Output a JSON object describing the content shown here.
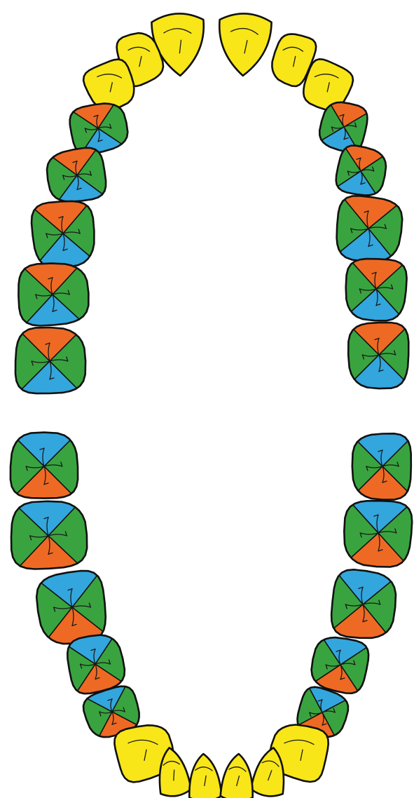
{
  "colors": {
    "background": "#ffffff",
    "anterior": "#f8e619",
    "zone_green": "#39a43f",
    "zone_orange": "#ee6a24",
    "zone_blue": "#33a6dd",
    "outline": "#111111"
  },
  "arches": [
    {
      "id": "upper",
      "anterior_count": 6,
      "posterior": [
        {
          "side": "right",
          "order": [
            "orange",
            "green",
            "blue",
            "green"
          ]
        },
        {
          "side": "right",
          "order": [
            "orange",
            "green",
            "blue",
            "green"
          ]
        },
        {
          "side": "right",
          "order": [
            "orange",
            "green",
            "blue",
            "green"
          ]
        },
        {
          "side": "right",
          "order": [
            "orange",
            "green",
            "blue",
            "green"
          ]
        },
        {
          "side": "right",
          "order": [
            "orange",
            "green",
            "blue",
            "green"
          ]
        },
        {
          "side": "left",
          "order": [
            "orange",
            "green",
            "blue",
            "green"
          ]
        },
        {
          "side": "left",
          "order": [
            "orange",
            "green",
            "blue",
            "green"
          ]
        },
        {
          "side": "left",
          "order": [
            "orange",
            "green",
            "blue",
            "green"
          ]
        },
        {
          "side": "left",
          "order": [
            "orange",
            "green",
            "blue",
            "green"
          ]
        },
        {
          "side": "left",
          "order": [
            "orange",
            "green",
            "blue",
            "green"
          ]
        }
      ]
    },
    {
      "id": "lower",
      "anterior_count": 6,
      "posterior": [
        {
          "side": "right",
          "order": [
            "blue",
            "green",
            "orange",
            "green"
          ]
        },
        {
          "side": "right",
          "order": [
            "blue",
            "green",
            "orange",
            "green"
          ]
        },
        {
          "side": "right",
          "order": [
            "blue",
            "green",
            "orange",
            "green"
          ]
        },
        {
          "side": "right",
          "order": [
            "blue",
            "green",
            "orange",
            "green"
          ]
        },
        {
          "side": "right",
          "order": [
            "blue",
            "green",
            "orange",
            "green"
          ]
        },
        {
          "side": "left",
          "order": [
            "blue",
            "green",
            "orange",
            "green"
          ]
        },
        {
          "side": "left",
          "order": [
            "blue",
            "green",
            "orange",
            "green"
          ]
        },
        {
          "side": "left",
          "order": [
            "blue",
            "green",
            "orange",
            "green"
          ]
        },
        {
          "side": "left",
          "order": [
            "blue",
            "green",
            "orange",
            "green"
          ]
        },
        {
          "side": "left",
          "order": [
            "blue",
            "green",
            "orange",
            "green"
          ]
        }
      ]
    }
  ]
}
